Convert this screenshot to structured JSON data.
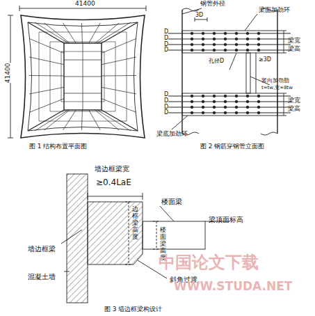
{
  "diagram": {
    "labels": [
      "41400",
      "41400",
      "图 1  结构布置平面图",
      "钢管外径",
      "3D",
      "梁面加劲环",
      "DDDD",
      "梁宽",
      "梁高",
      "孔径D",
      "≥3D",
      "竖向加劲肋",
      "t=tw,宽=8tw",
      "DDDD",
      "梁底加劲环",
      "梁宽",
      "梁高",
      "图 2  钢筋穿钢管立面图",
      "墙边框梁宽",
      "≥0.4LaE",
      "楼面梁",
      "梁顶面标高",
      "墙边框梁",
      "混凝土墙",
      "边框梁高度",
      "楼面梁高度",
      "斜角过渡",
      "图 3  墙边框梁构设计",
      "中国论文下载",
      "WWW.STUDA.NET"
    ]
  }
}
